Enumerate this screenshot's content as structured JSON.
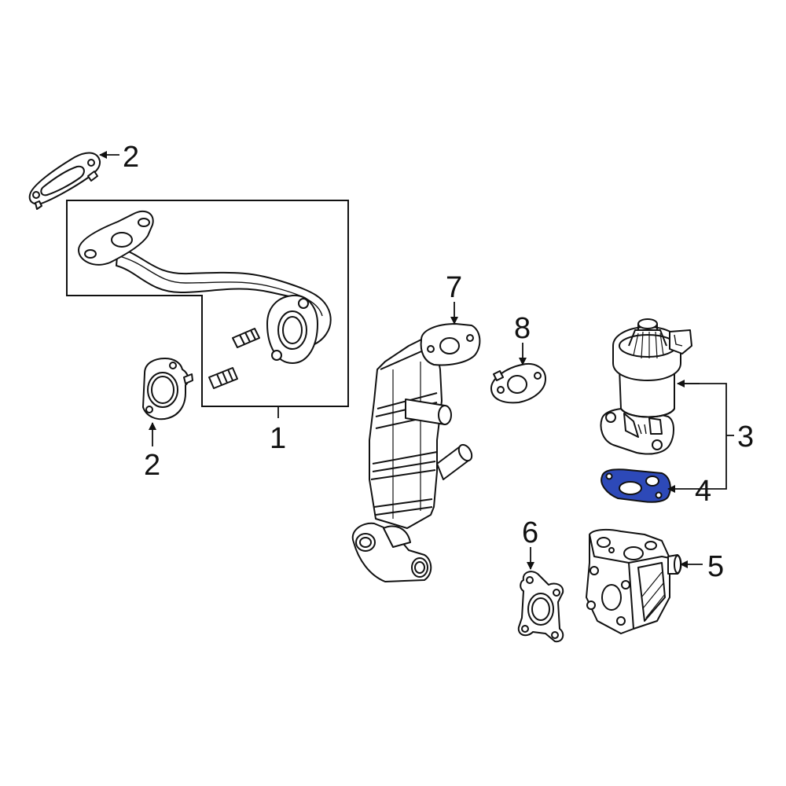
{
  "callouts": {
    "c1": "1",
    "c2_top": "2",
    "c2_bottom": "2",
    "c3": "3",
    "c4": "4",
    "c5": "5",
    "c6": "6",
    "c7": "7",
    "c8": "8"
  },
  "colors": {
    "line": "#111111",
    "highlight": "#2d49b8",
    "background": "#ffffff"
  }
}
